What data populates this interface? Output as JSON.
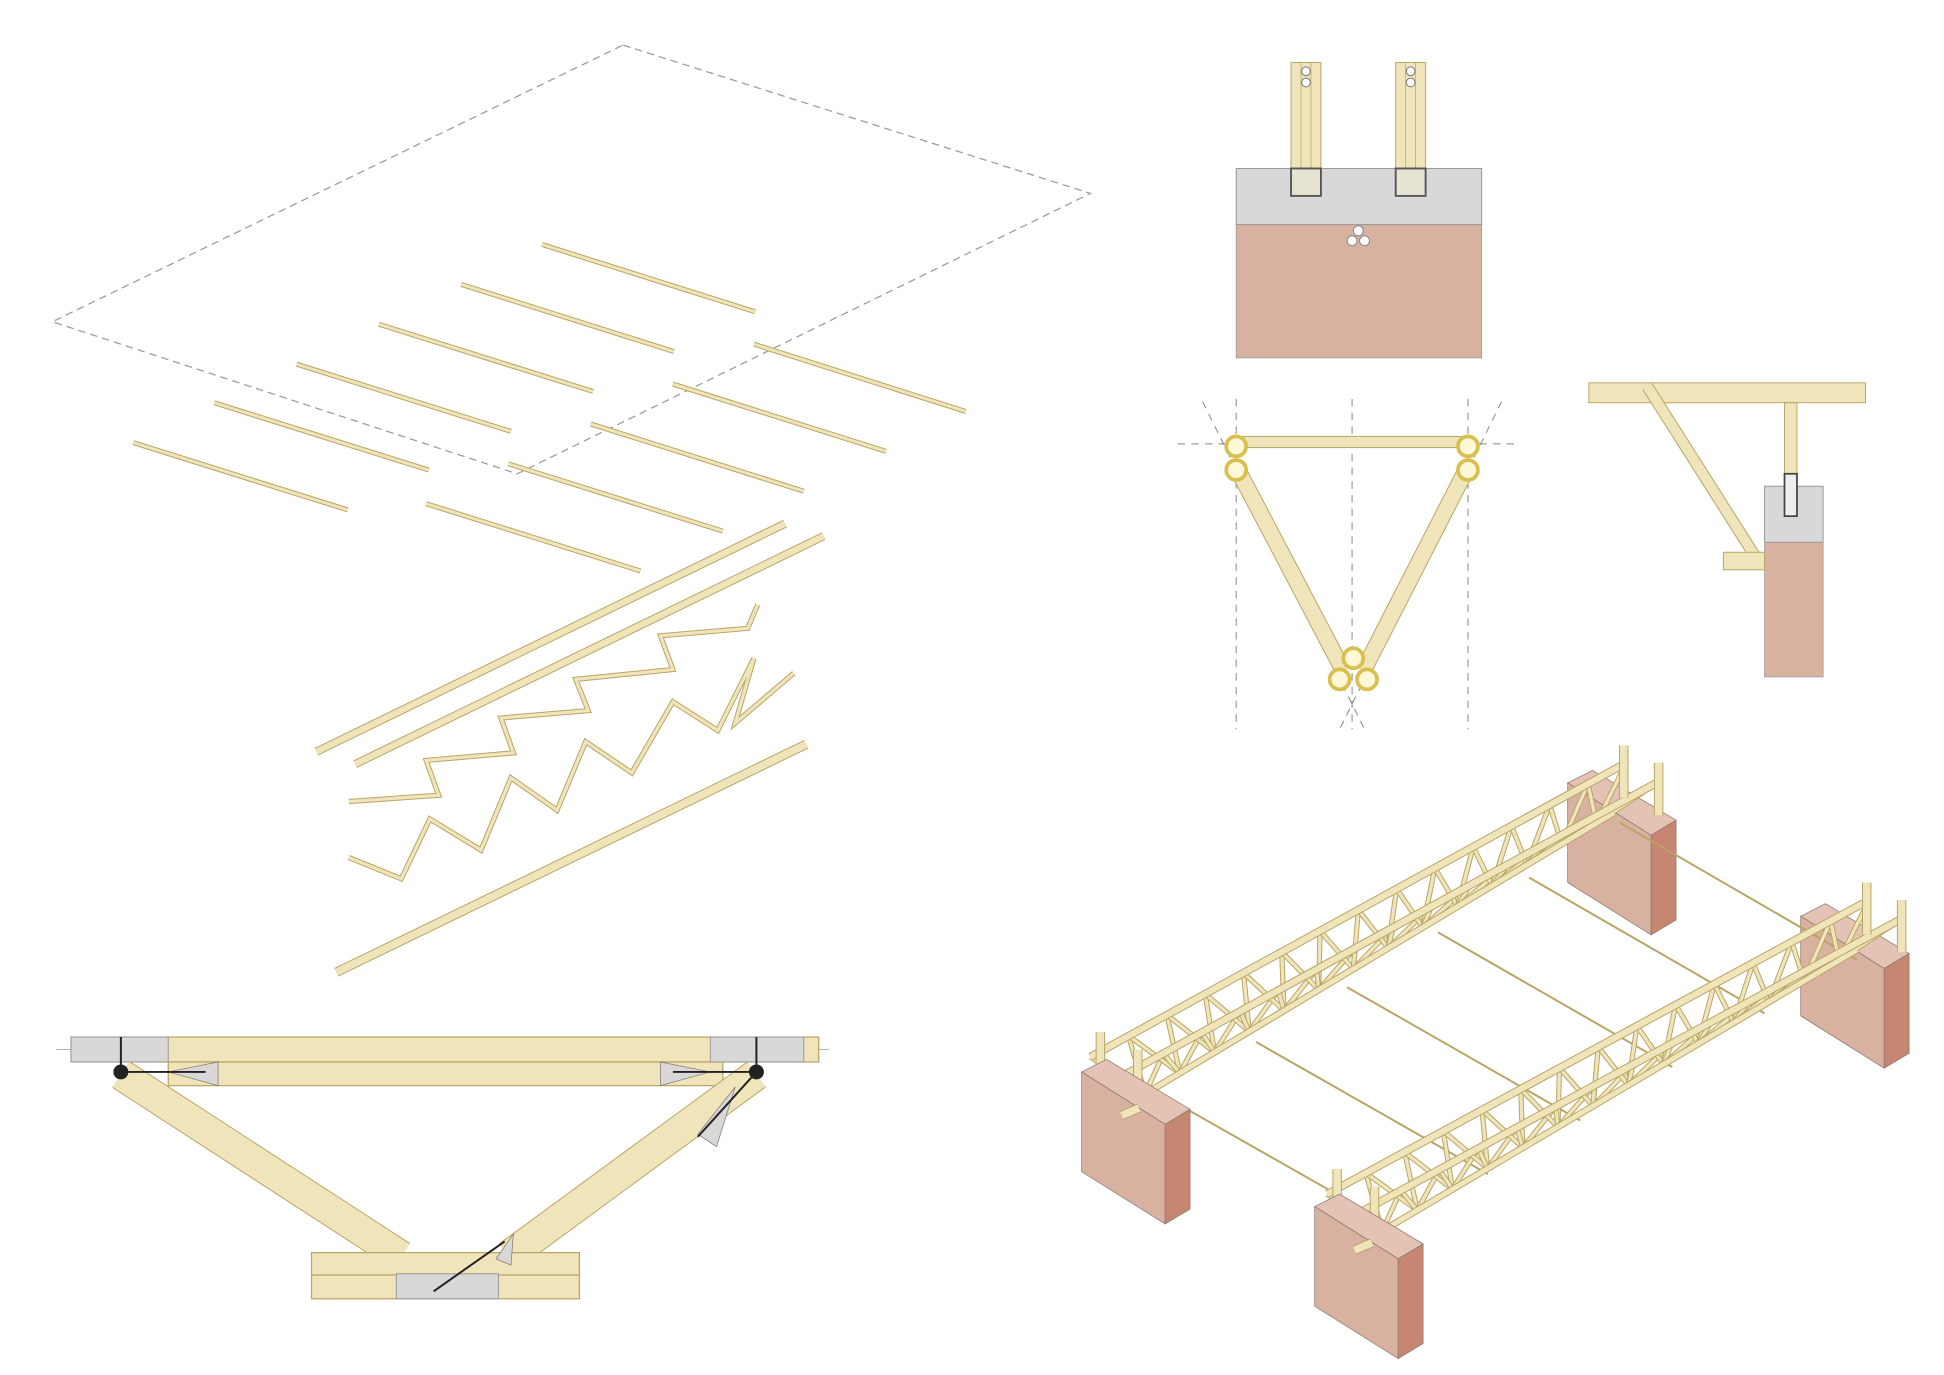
{
  "colors": {
    "background": "#ffffff",
    "bamboo_fill": "#f0e5ba",
    "bamboo_edge": "#b9a566",
    "bamboo_ring": "#d8bf4e",
    "brick_front": "#d9b1a0",
    "brick_side": "#c68672",
    "brick_top": "#e4c3b5",
    "concrete": "#d8d8d8",
    "dashed_line": "#9a9a9a",
    "steel": "#222222"
  },
  "panels": [
    {
      "name": "exploded-components"
    },
    {
      "name": "joint-elevation"
    },
    {
      "name": "foundation-section"
    },
    {
      "name": "truss-cross-section"
    },
    {
      "name": "support-side-section"
    },
    {
      "name": "isometric-bridge-assembly"
    }
  ]
}
